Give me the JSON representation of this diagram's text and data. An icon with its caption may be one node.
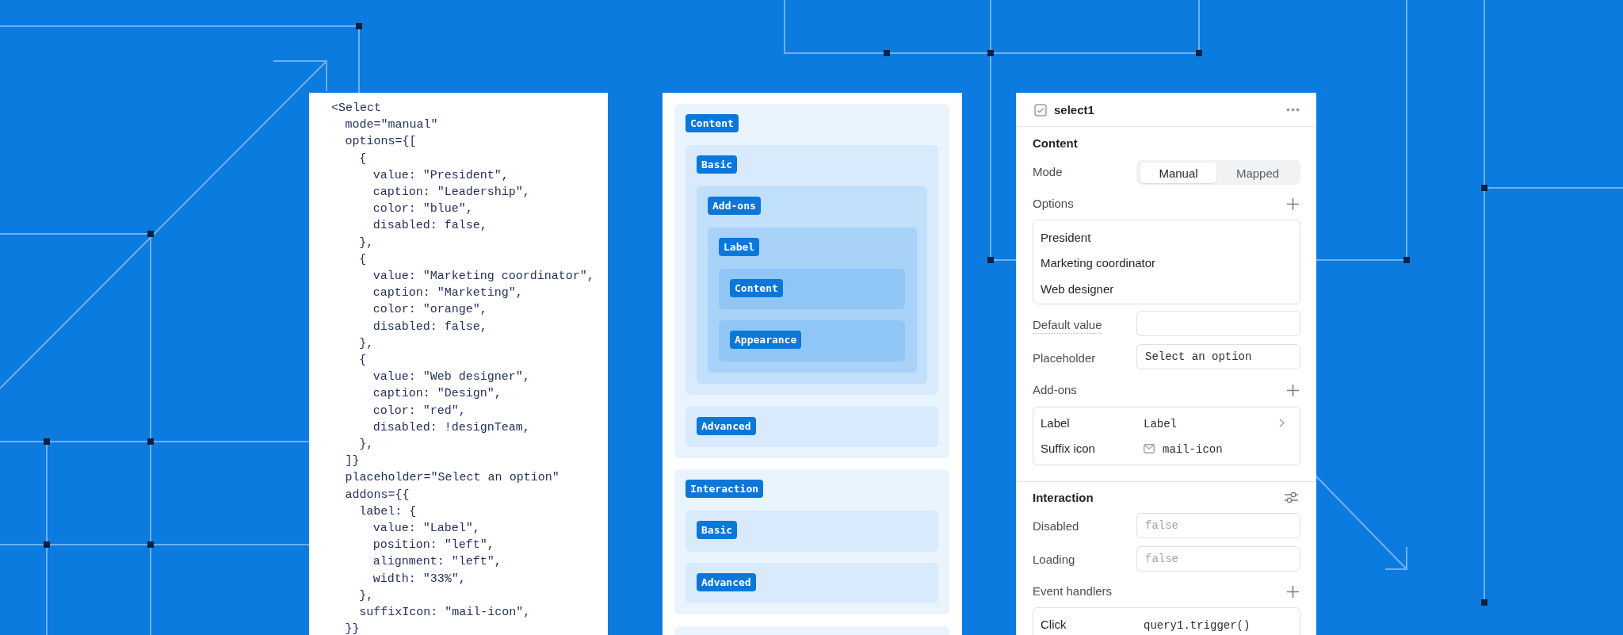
{
  "diagram": {
    "nodes": [
      {
        "text": [
          "Content"
        ]
      },
      {
        "text": [
          "Basic"
        ],
        "in": 0
      },
      {
        "text": [
          "Add-ons"
        ],
        "in": 1
      },
      {
        "text": [
          "Label"
        ],
        "in": 2
      },
      {
        "text": [
          "Content"
        ],
        "in": 3
      },
      {
        "text": [
          "Appearance"
        ],
        "in": 3
      },
      {
        "text": [
          "Advanced"
        ],
        "in": 0
      },
      {
        "text": [
          "Interaction"
        ]
      },
      {
        "text": [
          "Basic"
        ],
        "in": 7
      },
      {
        "text": [
          "Advanced"
        ],
        "in": 7
      },
      {
        "text": [],
        "shape": "box"
      }
    ],
    "edges": [],
    "labels": [
      "<Select",
      "mode=\"manual\"",
      "options={[",
      "{",
      "value: \"President\",",
      "caption: \"Leadership\",",
      "color: \"blue\",",
      "disabled: false,",
      "},",
      "{",
      "value: \"Marketing coordinator\",",
      "caption: \"Marketing\",",
      "color: \"orange\",",
      "disabled: false,",
      "},",
      "{",
      "value: \"Web designer\",",
      "caption: \"Design\",",
      "color: \"red\",",
      "disabled: !designTeam,",
      "},",
      "]}",
      "placeholder=\"Select an option\"",
      "addons={{",
      "label: {",
      "value: \"Label\",",
      "position: \"left\",",
      "alignment: \"left\",",
      "width: \"33%\",",
      "},",
      "suffixIcon: \"mail-icon\",",
      "}}",
      "select1",
      "Content",
      "Mode",
      "Manual",
      "Mapped",
      "Options",
      "President",
      "Marketing coordinator",
      "Web designer",
      "Default value",
      "Placeholder",
      "Select an option",
      "Add-ons",
      "Label",
      "Label",
      "Suffix icon",
      "mail-icon",
      "Interaction",
      "Disabled",
      "false",
      "Loading",
      "false",
      "Event handlers",
      "Click",
      "query1.trigger()"
    ]
  }
}
